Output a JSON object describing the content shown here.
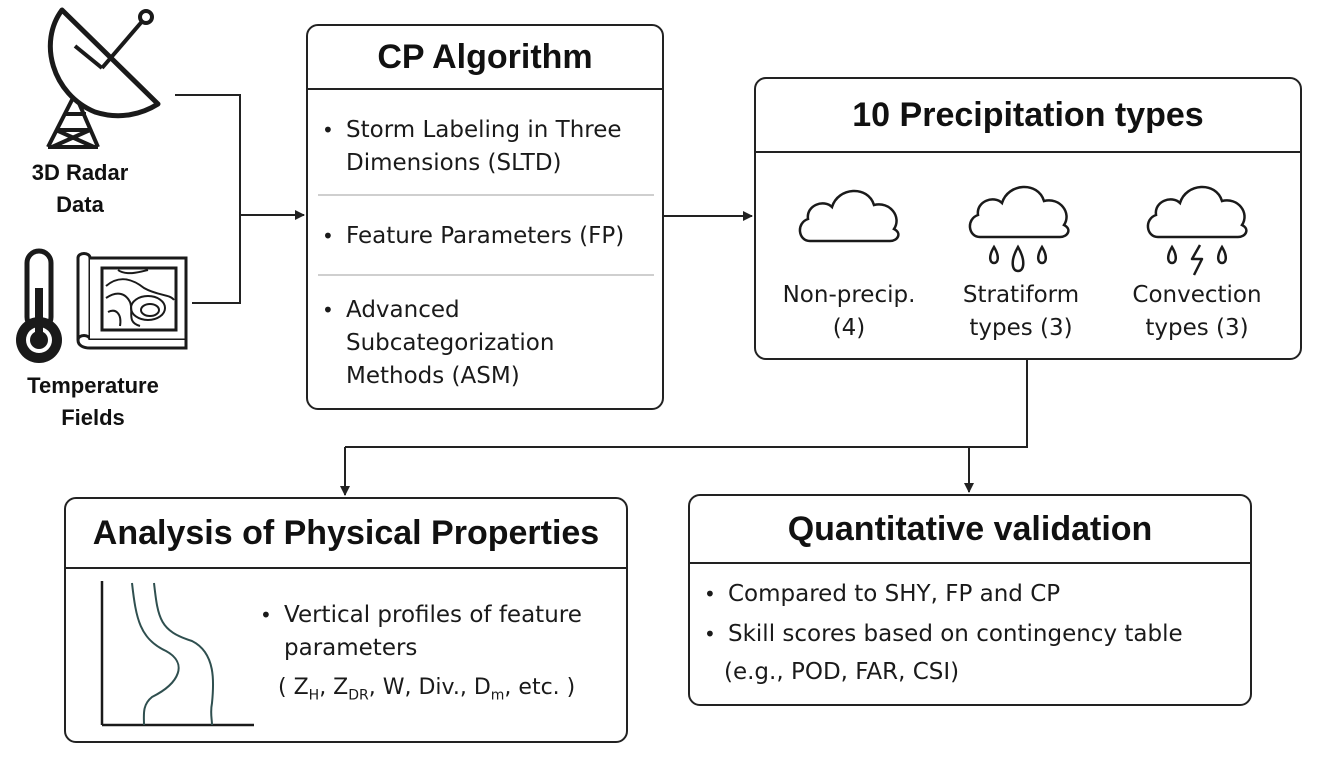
{
  "inputs": {
    "radar_label_line1": "3D Radar",
    "radar_label_line2": "Data",
    "temp_label_line1": "Temperature",
    "temp_label_line2": "Fields"
  },
  "cp_algorithm": {
    "title": "CP Algorithm",
    "items": [
      {
        "line1": "Storm Labeling in Three",
        "line2": "Dimensions (SLTD)"
      },
      {
        "line1": "Feature Parameters (FP)"
      },
      {
        "line1": "Advanced",
        "line2": "Subcategorization",
        "line3": "Methods (ASM)"
      }
    ]
  },
  "precip_types": {
    "title": "10 Precipitation types",
    "types": [
      {
        "line1": "Non-precip.",
        "line2": "(4)",
        "icon": "cloud-icon"
      },
      {
        "line1": "Stratiform",
        "line2": "types (3)",
        "icon": "cloud-rain-icon"
      },
      {
        "line1": "Convection",
        "line2": "types (3)",
        "icon": "cloud-lightning-icon"
      }
    ]
  },
  "physical": {
    "title": "Analysis of Physical Properties",
    "bullet_line1": "Vertical profiles of feature",
    "bullet_line2": "parameters",
    "params_open": "( Z",
    "zh_sub": "H",
    "sep1": ", Z",
    "zdr_sub": "DR",
    "sep2": ", W, Div., D",
    "dm_sub": "m",
    "params_close": ", etc. )"
  },
  "validation": {
    "title": "Quantitative validation",
    "item1": "Compared to SHY, FP and CP",
    "item2": "Skill scores based on contingency table",
    "item3": "(e.g., POD, FAR, CSI)"
  },
  "colors": {
    "line": "#222222",
    "profile": "#2f4f4f",
    "separator": "#cfcfcf"
  }
}
